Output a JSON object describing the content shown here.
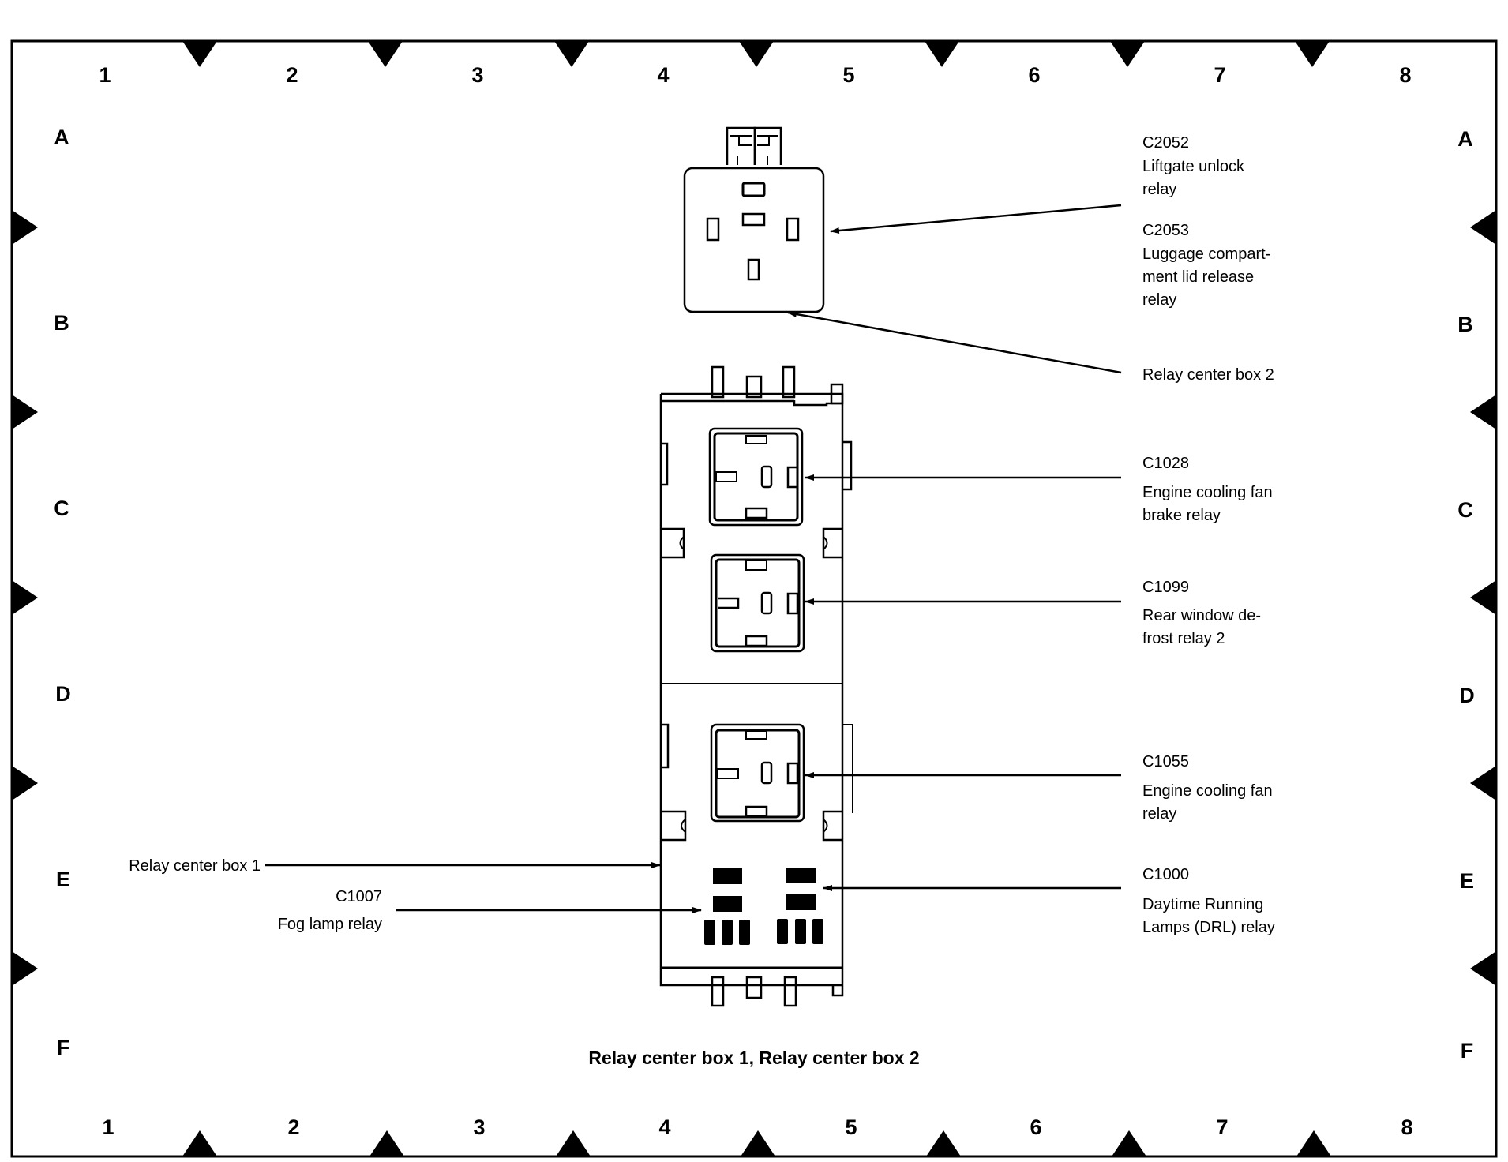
{
  "diagram": {
    "caption": "Relay center box 1, Relay center box 2",
    "grid": {
      "columns": [
        "1",
        "2",
        "3",
        "4",
        "5",
        "6",
        "7",
        "8"
      ],
      "rows": [
        "A",
        "B",
        "C",
        "D",
        "E",
        "F"
      ]
    },
    "callouts": {
      "c2052": {
        "code": "C2052",
        "lines": [
          "Liftgate unlock",
          "relay"
        ]
      },
      "c2053": {
        "code": "C2053",
        "lines": [
          "Luggage compart-",
          "ment lid release",
          "relay"
        ]
      },
      "box2": {
        "lines": [
          "Relay center box 2"
        ]
      },
      "c1028": {
        "code": "C1028",
        "lines": [
          "Engine cooling fan",
          "brake relay"
        ]
      },
      "c1099": {
        "code": "C1099",
        "lines": [
          "Rear window de-",
          "frost relay 2"
        ]
      },
      "c1055": {
        "code": "C1055",
        "lines": [
          "Engine cooling fan",
          "relay"
        ]
      },
      "c1000": {
        "code": "C1000",
        "lines": [
          "Daytime Running",
          "Lamps (DRL) relay"
        ]
      },
      "box1": {
        "lines": [
          "Relay center box 1"
        ]
      },
      "c1007": {
        "code": "C1007",
        "lines": [
          "Fog lamp relay"
        ]
      }
    },
    "colors": {
      "ink": "#000000",
      "paper": "#ffffff"
    }
  }
}
